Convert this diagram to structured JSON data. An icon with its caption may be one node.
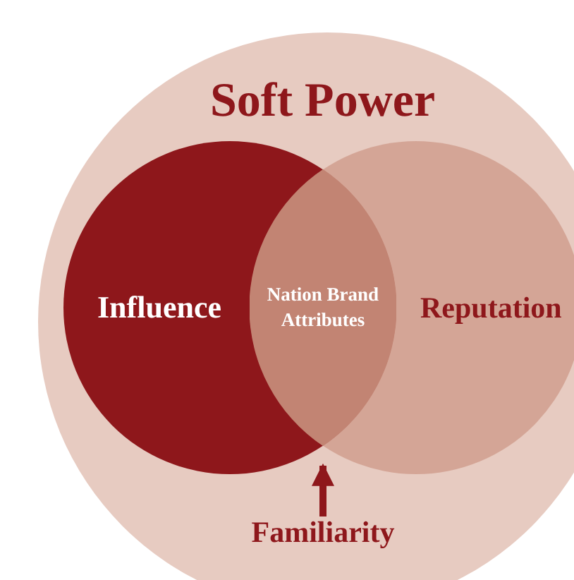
{
  "diagram": {
    "nodes": [
      {
        "text": [
          "Soft Power"
        ]
      },
      {
        "text": [
          "Influence"
        ],
        "in": 0
      },
      {
        "text": [
          "Reputation"
        ],
        "in": 0
      },
      {
        "text": [
          "Nation Brand Attributes"
        ]
      },
      {
        "text": [
          "Familiarity"
        ],
        "in": 0
      }
    ],
    "edges": [
      {
        "from": 4,
        "to": 3,
        "arrow": "to"
      }
    ]
  }
}
